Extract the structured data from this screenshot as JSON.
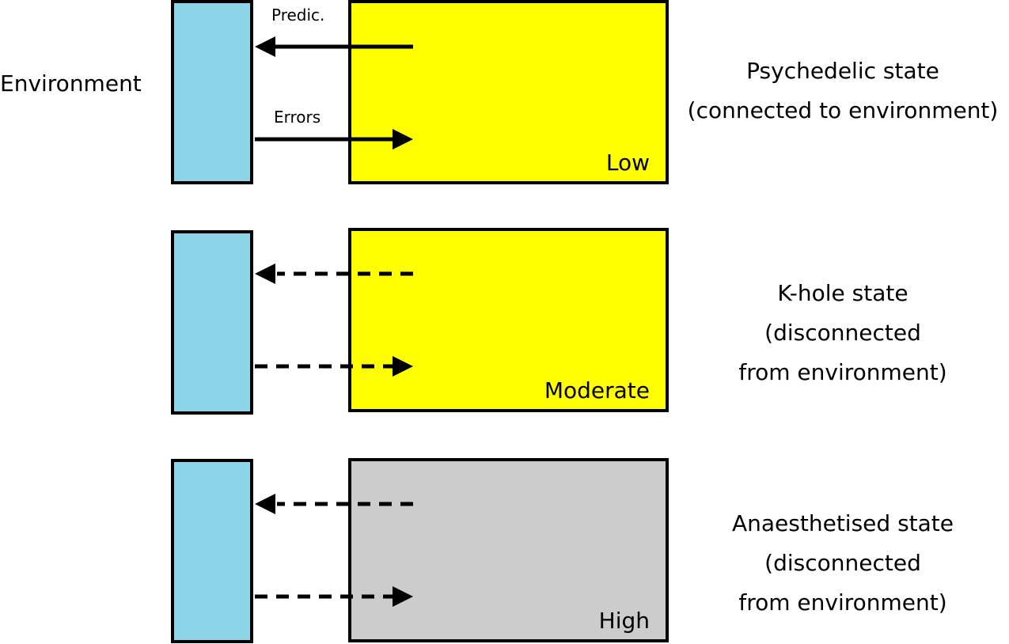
{
  "environment_label": "Environment",
  "arrow_labels": {
    "predictions": "Predic.",
    "errors": "Errors"
  },
  "rows": [
    {
      "level": "Low",
      "brain_color": "#ffff00",
      "arrow_style": "solid",
      "state_lines": [
        "Psychedelic state",
        "(connected to environment)"
      ]
    },
    {
      "level": "Moderate",
      "brain_color": "#ffff00",
      "arrow_style": "dashed",
      "state_lines": [
        "K-hole state",
        "(disconnected",
        "from environment)"
      ]
    },
    {
      "level": "High",
      "brain_color": "#cccccc",
      "arrow_style": "dashed",
      "state_lines": [
        "Anaesthetised state",
        "(disconnected",
        "from environment)"
      ]
    }
  ],
  "colors": {
    "environment_box": "#8cd5e8",
    "outline": "#000000"
  }
}
